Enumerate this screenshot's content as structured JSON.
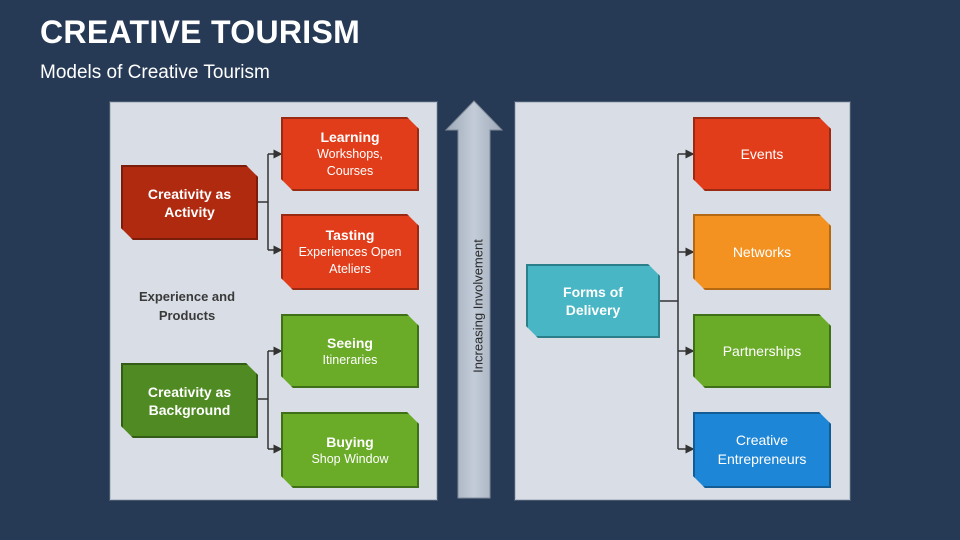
{
  "header": {
    "title": "CREATIVE TOURISM",
    "subtitle": "Models of Creative Tourism"
  },
  "left_panel": {
    "activity": {
      "label": "Creativity as Activity"
    },
    "background": {
      "label": "Creativity as Background"
    },
    "experience_label": "Experience and Products",
    "items": [
      {
        "title": "Learning",
        "sub": "Workshops, Courses"
      },
      {
        "title": "Tasting",
        "sub": "Experiences Open Ateliers"
      },
      {
        "title": "Seeing",
        "sub": "Itineraries"
      },
      {
        "title": "Buying",
        "sub": "Shop Window"
      }
    ]
  },
  "arrow": {
    "label": "Increasing Involvement"
  },
  "right_panel": {
    "source": {
      "label": "Forms of Delivery"
    },
    "items": [
      {
        "label": "Events"
      },
      {
        "label": "Networks"
      },
      {
        "label": "Partnerships"
      },
      {
        "label": "Creative Entrepreneurs"
      }
    ]
  },
  "colors": {
    "background": "#263a55",
    "red": "#e13d1a",
    "green": "#6aab28",
    "orange": "#f39121",
    "blue": "#1e86d6",
    "teal": "#48b6c4"
  }
}
